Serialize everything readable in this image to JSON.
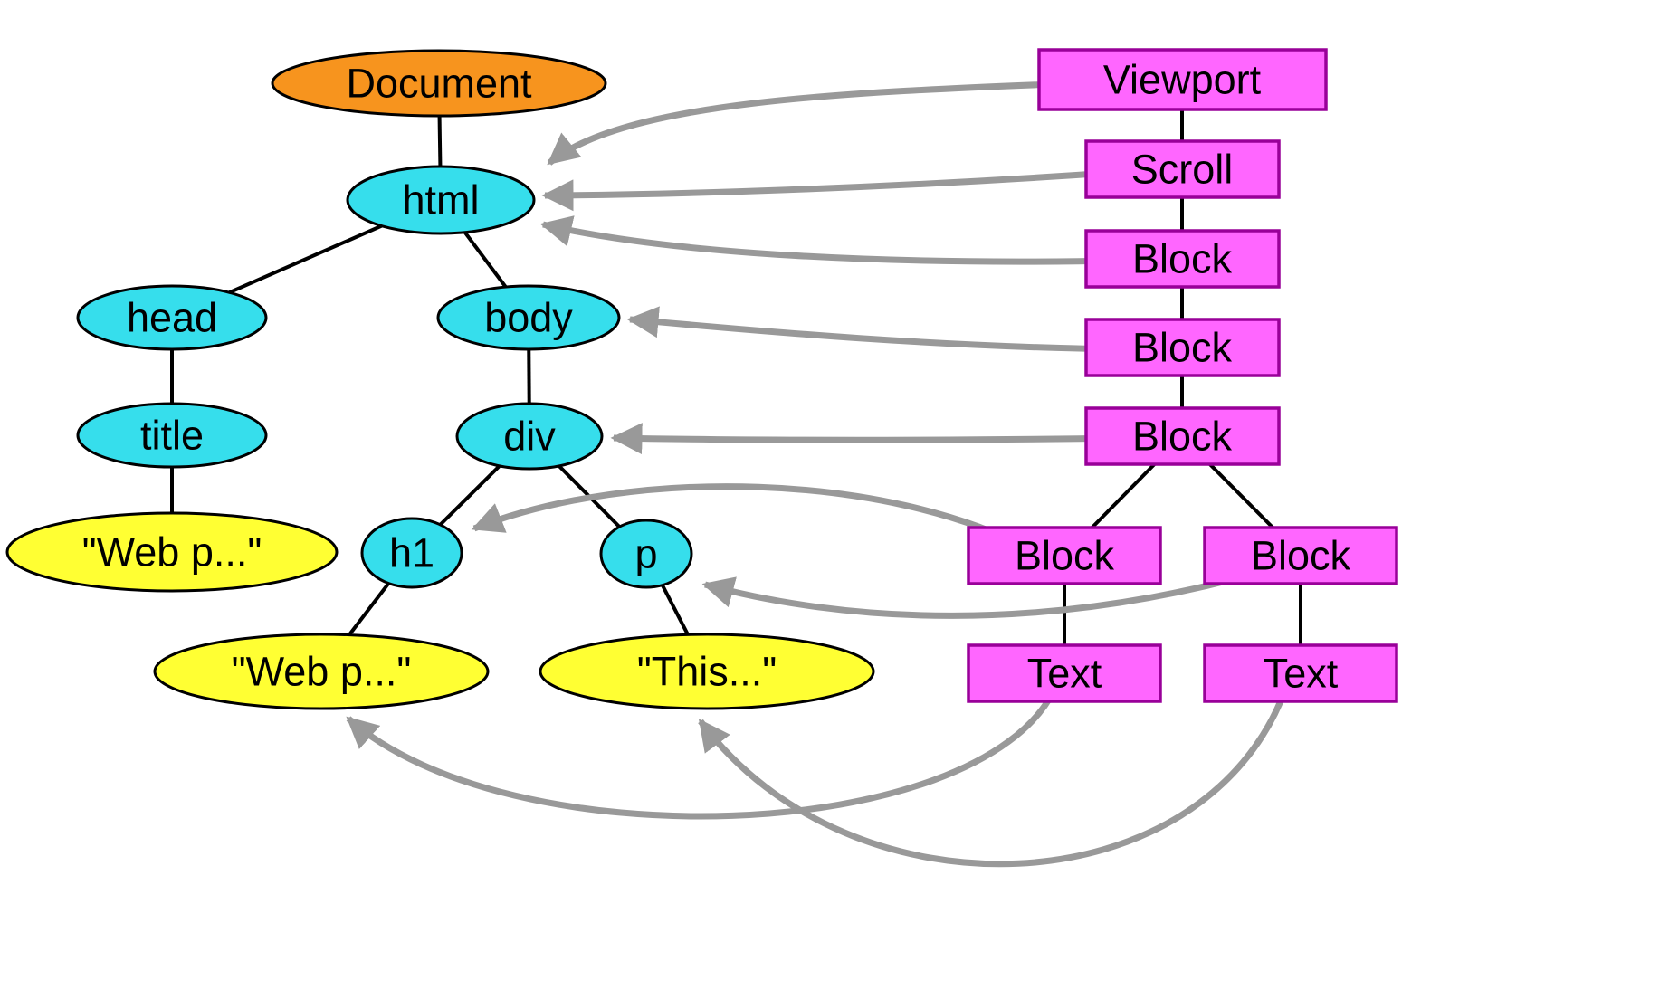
{
  "diagram": {
    "kind": "dom-tree-to-render-tree-mapping",
    "colors": {
      "document_fill": "#F7941E",
      "element_fill": "#36DEEC",
      "text_node_fill": "#FFFF33",
      "render_fill": "#FF66FF",
      "render_border": "#990099",
      "edge": "#000000",
      "arrow": "#999999",
      "background": "#FFFFFF"
    },
    "dom_tree": {
      "document": {
        "label": "Document"
      },
      "html": {
        "label": "html"
      },
      "head": {
        "label": "head"
      },
      "body": {
        "label": "body"
      },
      "title": {
        "label": "title"
      },
      "div": {
        "label": "div"
      },
      "h1": {
        "label": "h1"
      },
      "p": {
        "label": "p"
      },
      "title_text": {
        "label": "\"Web p...\""
      },
      "h1_text": {
        "label": "\"Web p...\""
      },
      "p_text": {
        "label": "\"This...\""
      }
    },
    "render_tree": {
      "viewport": {
        "label": "Viewport"
      },
      "scroll": {
        "label": "Scroll"
      },
      "block_html": {
        "label": "Block"
      },
      "block_body": {
        "label": "Block"
      },
      "block_div": {
        "label": "Block"
      },
      "block_h1": {
        "label": "Block"
      },
      "block_p": {
        "label": "Block"
      },
      "text_h1": {
        "label": "Text"
      },
      "text_p": {
        "label": "Text"
      }
    },
    "dom_edges": [
      [
        "document",
        "html"
      ],
      [
        "html",
        "head"
      ],
      [
        "html",
        "body"
      ],
      [
        "head",
        "title"
      ],
      [
        "title",
        "title_text"
      ],
      [
        "body",
        "div"
      ],
      [
        "div",
        "h1"
      ],
      [
        "div",
        "p"
      ],
      [
        "h1",
        "h1_text"
      ],
      [
        "p",
        "p_text"
      ]
    ],
    "render_edges": [
      [
        "viewport",
        "scroll"
      ],
      [
        "scroll",
        "block_html"
      ],
      [
        "block_html",
        "block_body"
      ],
      [
        "block_body",
        "block_div"
      ],
      [
        "block_div",
        "block_h1"
      ],
      [
        "block_div",
        "block_p"
      ],
      [
        "block_h1",
        "text_h1"
      ],
      [
        "block_p",
        "text_p"
      ]
    ],
    "mapping_arrows": [
      {
        "from": "viewport",
        "to": "html"
      },
      {
        "from": "scroll",
        "to": "html"
      },
      {
        "from": "block_html",
        "to": "html"
      },
      {
        "from": "block_body",
        "to": "body"
      },
      {
        "from": "block_div",
        "to": "div"
      },
      {
        "from": "block_h1",
        "to": "h1"
      },
      {
        "from": "block_p",
        "to": "p"
      },
      {
        "from": "text_h1",
        "to": "h1_text"
      },
      {
        "from": "text_p",
        "to": "p_text"
      }
    ]
  }
}
